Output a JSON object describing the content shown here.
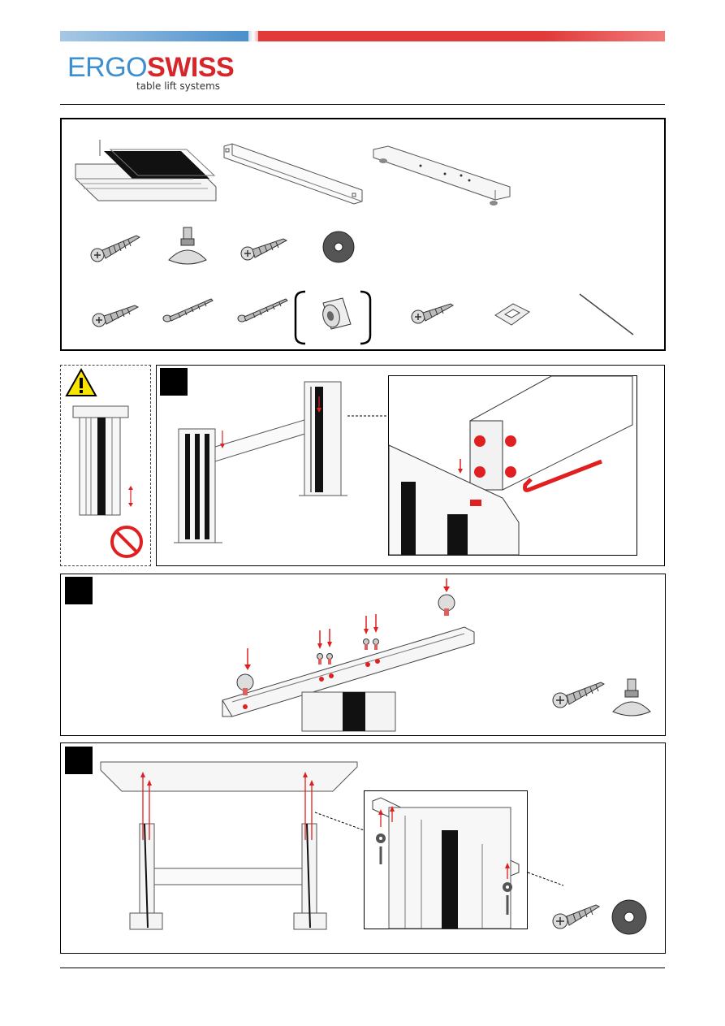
{
  "header": {
    "brand_part1": "ERGO",
    "brand_part2": "SWISS",
    "tagline": "table lift systems"
  },
  "colors": {
    "brand_blue": "#3d8fd0",
    "brand_red": "#d6262c",
    "arrow_red": "#e02020"
  },
  "parts_box": {
    "row1": [
      "leg-column",
      "cross-beam",
      "top-bracket"
    ],
    "row2": [
      "wood-screw-icon",
      "leveling-foot-icon",
      "wood-screw-icon",
      "washer-icon"
    ],
    "row3": [
      "wood-screw-icon",
      "long-screw-icon",
      "long-screw-icon",
      "spacer-sleeve-icon",
      "wood-screw-icon",
      "cable-clip-icon",
      "hex-rod-icon"
    ]
  },
  "warning": {
    "icons": [
      "warning-triangle-icon",
      "prohibited-icon"
    ]
  },
  "steps": [
    {
      "id": "step-1",
      "icons": [
        "hex-key-icon"
      ]
    },
    {
      "id": "step-2",
      "icons": [
        "wood-screw-icon",
        "leveling-foot-icon"
      ]
    },
    {
      "id": "step-3",
      "icons": [
        "wood-screw-icon",
        "washer-icon"
      ]
    }
  ]
}
